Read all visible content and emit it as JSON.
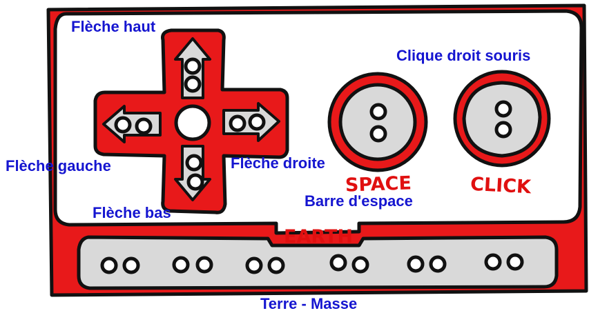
{
  "colors": {
    "board_red": "#e8191a",
    "outline": "#111111",
    "panel_white": "#ffffff",
    "pad_grey": "#d9d9d9",
    "label_blue": "#1515d0",
    "board_text_red": "#e01010"
  },
  "board": {
    "space_text": "SPACE",
    "click_text": "CLICK",
    "earth_text": "EARTH"
  },
  "labels": {
    "up": "Flèche haut",
    "left": "Flèche gauche",
    "right": "Flèche droite",
    "down": "Flèche bas",
    "space": "Barre d'espace",
    "click": "Clique droit souris",
    "earth": "Terre - Masse"
  },
  "earth_hole_pairs": 6,
  "icons": [
    "arrow-up-icon",
    "arrow-down-icon",
    "arrow-left-icon",
    "arrow-right-icon"
  ]
}
